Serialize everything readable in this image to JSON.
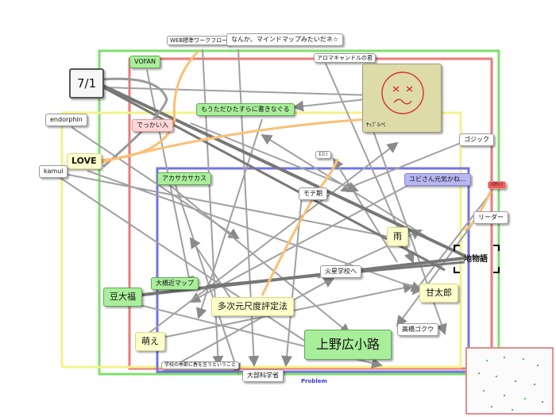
{
  "nodes": {
    "date": "7/1",
    "web_workflow": "WEB標準ワークフロー",
    "mindmap": "なんか、マインドマップみたいだネ☆",
    "vofan": "VOFAN",
    "aroma": "アロマキャンドルの君",
    "face": "ﾔｯﾌﾞﾙべ",
    "endorphin": "endorphin",
    "mou_tada": "もうただひたすらに書きなぐる",
    "dekkai_iri": "でっかい入",
    "gojikku": "ゴジック",
    "love": "LOVE",
    "kamui": "kamui",
    "small_tag": "ﾈｺﾐﾐ",
    "akasaka": "アカサカサカス",
    "yubisan": "ユビさん元気かね…",
    "red_tag": "ﾊﾛｳｨﾝ",
    "mote": "モテ期",
    "leader": "リーダー",
    "ame": "雨",
    "chika": "地物語",
    "kasei": "火星学校へ",
    "amataro": "甘太郎",
    "mamedaifuku": "豆大福",
    "ohashi": "大橋近マップ",
    "tajigen": "多次元尺度評定法",
    "moe": "萌え",
    "uenohiro": "上野広小路",
    "takahashi": "高橋ゴクウ",
    "gakko": "学校の季節に春を言うということ",
    "taibu": "大部科学省"
  },
  "group_label": "Problem",
  "icons": {
    "face": "sad-face-icon"
  },
  "colors": {
    "green_frame": "#7ee06c",
    "red_frame": "#ec7a7a",
    "yellow_frame": "#f4f28a",
    "blue_frame": "#7474e2",
    "edge_gray": "#a0a0a0",
    "edge_dark": "#777777",
    "edge_orange": "#fbbf74"
  }
}
